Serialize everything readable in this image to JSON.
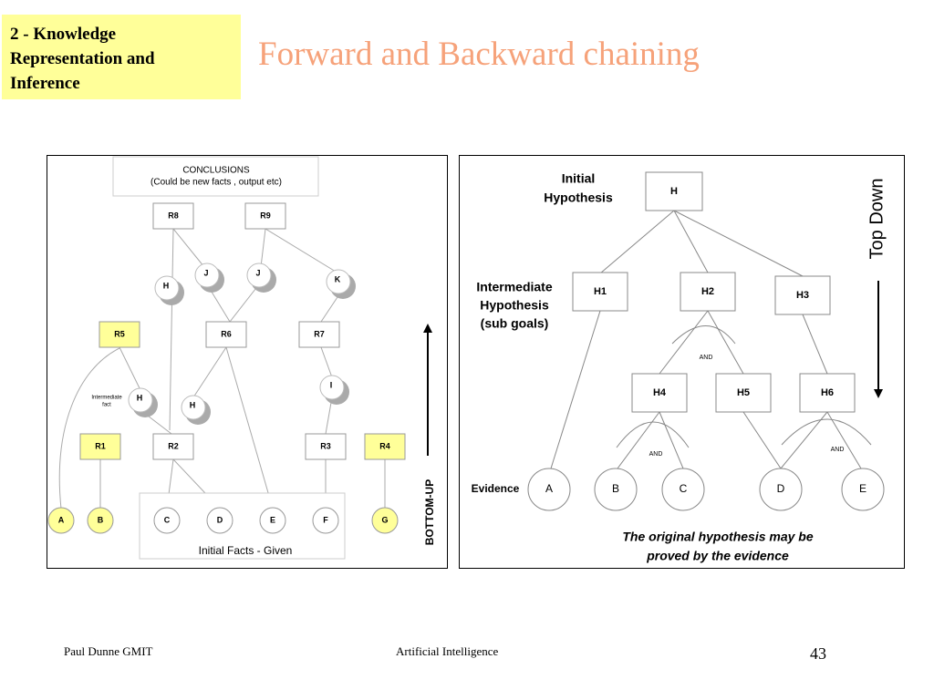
{
  "slide": {
    "section_tag": [
      "2 - Knowledge",
      "Representation and",
      "Inference"
    ],
    "title": "Forward and Backward chaining",
    "footer_left": "Paul Dunne GMIT",
    "footer_center": "Artificial Intelligence",
    "page_number": "43"
  },
  "bottom_up": {
    "conclusions_lines": [
      "CONCLUSIONS",
      "(Could be new facts , output etc)"
    ],
    "initial_facts_label": "Initial Facts - Given",
    "direction_label": "BOTTOM-UP",
    "intermediate_fact_lines": [
      "Intermediate",
      "fact"
    ],
    "rules": [
      {
        "id": "R8",
        "label": "R8",
        "highlight": false
      },
      {
        "id": "R9",
        "label": "R9",
        "highlight": false
      },
      {
        "id": "R5",
        "label": "R5",
        "highlight": true
      },
      {
        "id": "R6",
        "label": "R6",
        "highlight": false
      },
      {
        "id": "R7",
        "label": "R7",
        "highlight": false
      },
      {
        "id": "R1",
        "label": "R1",
        "highlight": true
      },
      {
        "id": "R2",
        "label": "R2",
        "highlight": false
      },
      {
        "id": "R3",
        "label": "R3",
        "highlight": false
      },
      {
        "id": "R4",
        "label": "R4",
        "highlight": true
      }
    ],
    "nodes": [
      {
        "id": "H_a",
        "label": "H"
      },
      {
        "id": "J_a",
        "label": "J"
      },
      {
        "id": "J_b",
        "label": "J"
      },
      {
        "id": "K",
        "label": "K"
      },
      {
        "id": "H_b",
        "label": "H"
      },
      {
        "id": "H_c",
        "label": "H"
      },
      {
        "id": "I",
        "label": "I"
      }
    ],
    "facts": [
      {
        "id": "A",
        "label": "A",
        "highlight": true
      },
      {
        "id": "B",
        "label": "B",
        "highlight": true
      },
      {
        "id": "C",
        "label": "C",
        "highlight": false
      },
      {
        "id": "D",
        "label": "D",
        "highlight": false
      },
      {
        "id": "E",
        "label": "E",
        "highlight": false
      },
      {
        "id": "F",
        "label": "F",
        "highlight": false
      },
      {
        "id": "G",
        "label": "G",
        "highlight": true
      }
    ]
  },
  "top_down": {
    "initial_hypothesis_lines": [
      "Initial",
      "Hypothesis"
    ],
    "intermediate_lines": [
      "Intermediate",
      "Hypothesis",
      "(sub goals)"
    ],
    "evidence_label": "Evidence",
    "direction_label": "Top Down",
    "and_label": "AND",
    "caption_lines": [
      "The original hypothesis may be",
      "proved by the evidence"
    ],
    "hypotheses": [
      {
        "id": "H",
        "label": "H"
      },
      {
        "id": "H1",
        "label": "H1"
      },
      {
        "id": "H2",
        "label": "H2"
      },
      {
        "id": "H3",
        "label": "H3"
      },
      {
        "id": "H4",
        "label": "H4"
      },
      {
        "id": "H5",
        "label": "H5"
      },
      {
        "id": "H6",
        "label": "H6"
      }
    ],
    "evidence": [
      {
        "id": "A",
        "label": "A"
      },
      {
        "id": "B",
        "label": "B"
      },
      {
        "id": "C",
        "label": "C"
      },
      {
        "id": "D",
        "label": "D"
      },
      {
        "id": "E",
        "label": "E"
      }
    ]
  },
  "colors": {
    "highlight_fill": "#ffff99",
    "title": "#f6a27a",
    "node_shadow": "#aaaaaa"
  }
}
